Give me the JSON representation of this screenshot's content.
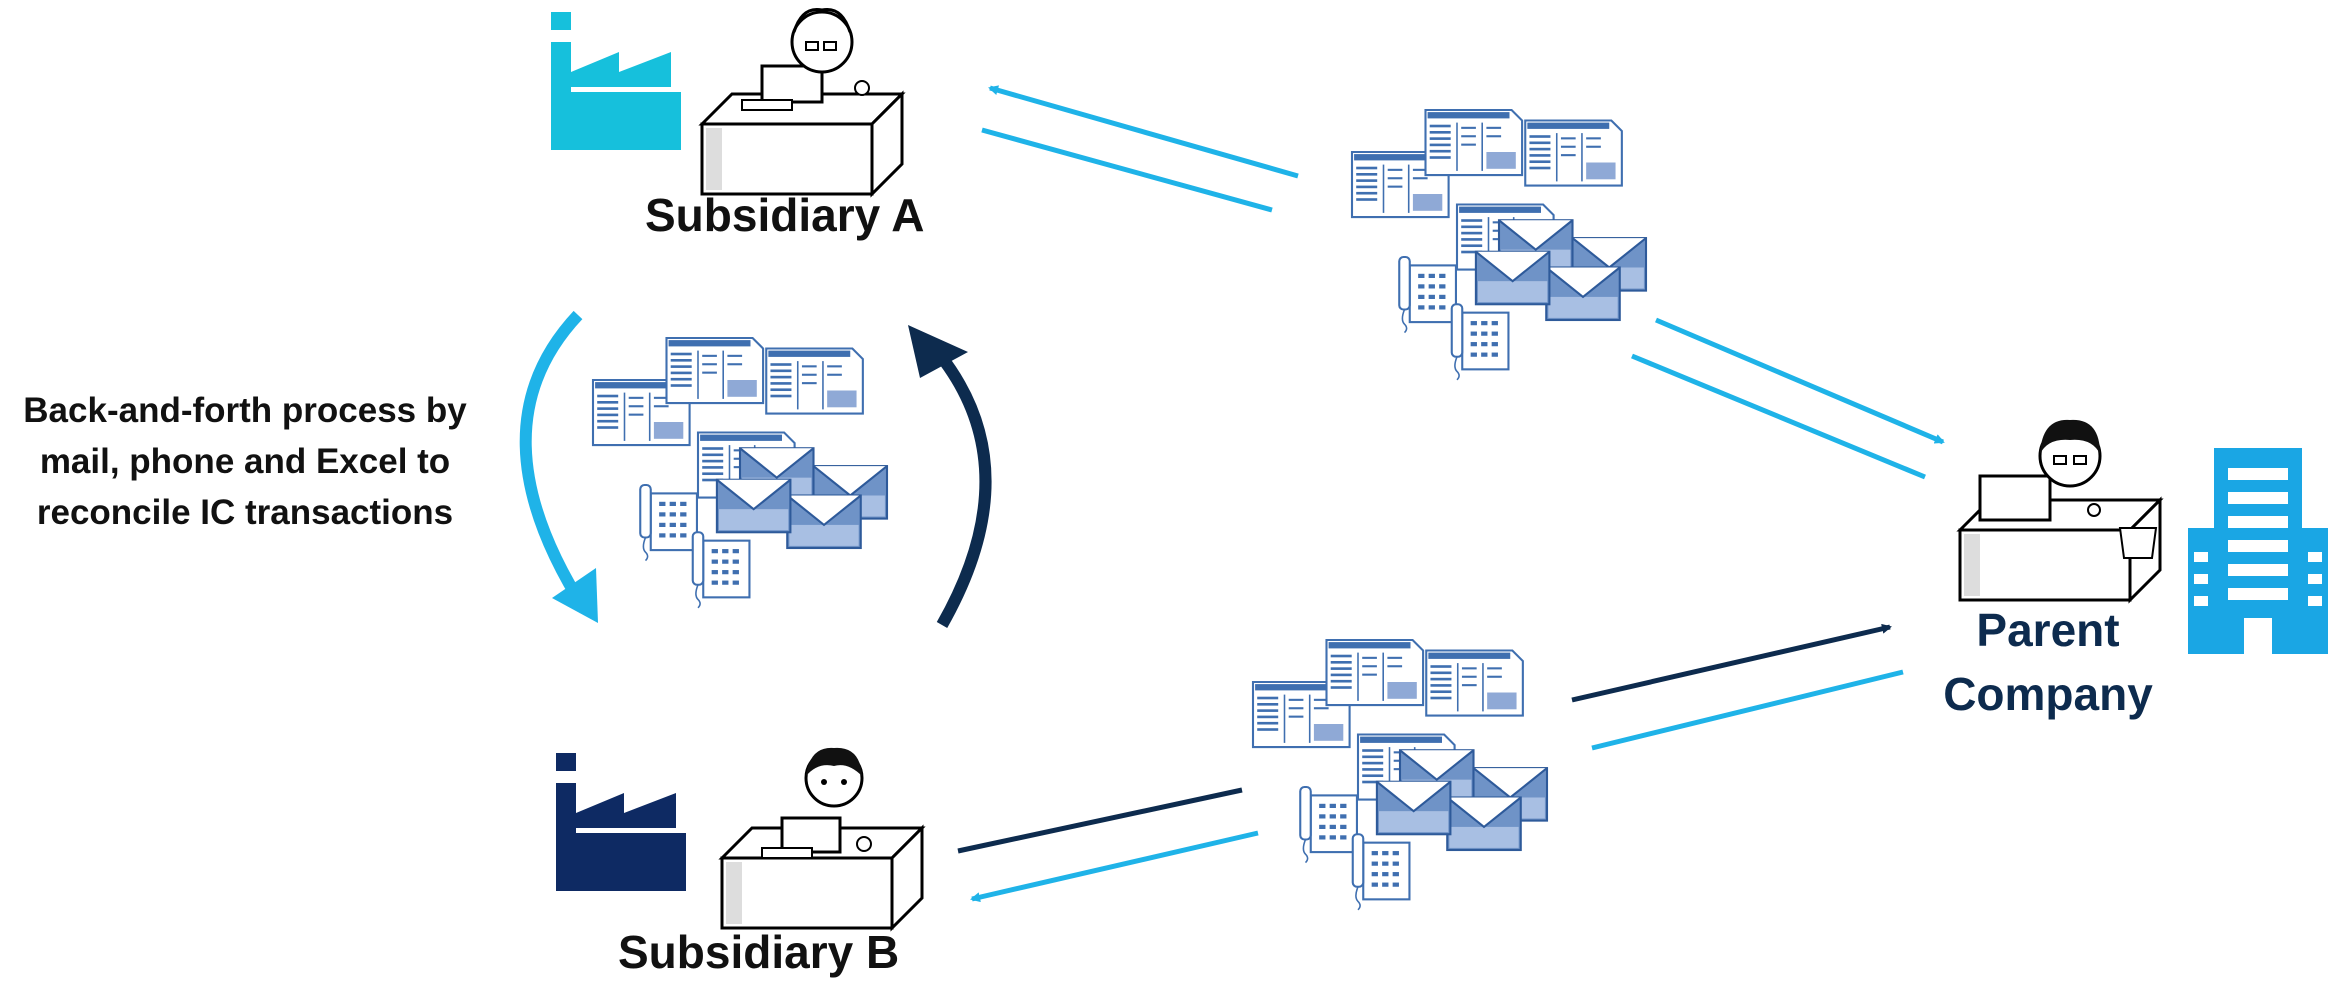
{
  "labels": {
    "subsidiary_a": "Subsidiary A",
    "subsidiary_b": "Subsidiary B",
    "parent_line1": "Parent",
    "parent_line2": "Company",
    "process_line1": "Back-and-forth process by",
    "process_line2": "mail, phone and Excel to",
    "process_line3": "reconcile IC transactions"
  },
  "colors": {
    "light_blue": "#1fb3e8",
    "dark_navy": "#0d2b4e",
    "factory_cyan": "#16c0dc",
    "factory_navy": "#0e2a63",
    "building_blue": "#1aa6e4",
    "doc_blue": "#3f6fb0"
  },
  "icons": [
    "factory-icon",
    "person-at-desk-icon",
    "office-building-icon",
    "spreadsheet-icon",
    "envelope-icon",
    "phone-icon"
  ]
}
